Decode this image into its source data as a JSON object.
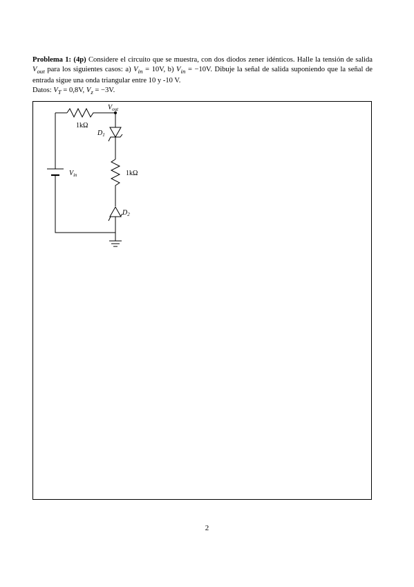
{
  "problem": {
    "label": "Problema 1:",
    "points": "(4p)",
    "text1": " Considere el circuito que se muestra, con dos diodos zener idénticos. Halle la tensión de salida ",
    "vout_var": "V",
    "vout_sub": "out",
    "text2": " para los siguientes casos: a) ",
    "vin_var": "V",
    "vin_sub": "in",
    "case_a_value": " = 10V",
    "text3": ", b) ",
    "case_b_value": " = −10V",
    "text4": ". Dibuje la señal de salida suponiendo que la señal de entrada sigue una onda triangular entre 10 y -10 V.",
    "data_label": "Datos: ",
    "vt_var": "V",
    "vt_sub": "T",
    "vt_value": " = 0,8V",
    "sep": ", ",
    "vz_var": "V",
    "vz_sub": "z",
    "vz_value": " = −3V",
    "end": "."
  },
  "circuit": {
    "vout_label": "V",
    "vout_sub": "out",
    "r1_label": "1kΩ",
    "r2_label": "1kΩ",
    "d1_label": "D",
    "d1_sub": "1",
    "d2_label": "D",
    "d2_sub": "2",
    "vin_label": "V",
    "vin_sub": "in"
  },
  "page_number": "2"
}
